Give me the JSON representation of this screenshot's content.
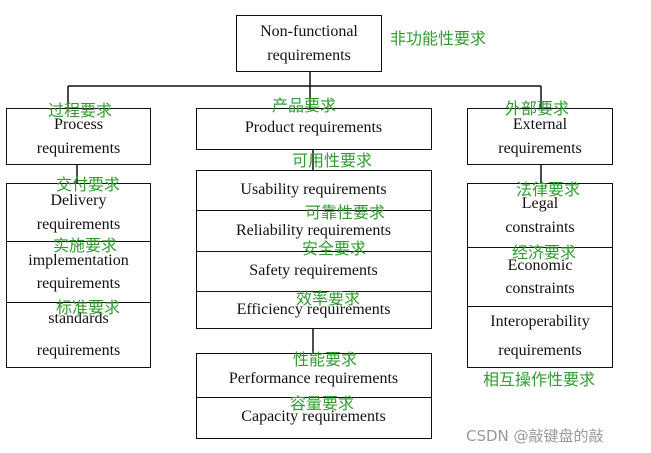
{
  "root": {
    "en": "Non-functional requirements",
    "cn": "非功能性要求"
  },
  "process": {
    "header": {
      "en": "Process requirements",
      "cn": "过程要求"
    },
    "items": [
      {
        "en": "Delivery requirements",
        "cn": "交付要求"
      },
      {
        "en": "implementation requirements",
        "cn": "实施要求"
      },
      {
        "en": "standards requirements",
        "cn": "标准要求"
      }
    ]
  },
  "product": {
    "header": {
      "en": "Product requirements",
      "cn": "产品要求"
    },
    "items": [
      {
        "en": "Usability requirements",
        "cn": "可用性要求"
      },
      {
        "en": "Reliability requirements",
        "cn": "可靠性要求"
      },
      {
        "en": "Safety requirements",
        "cn": "安全要求"
      },
      {
        "en": "Efficiency requirements",
        "cn": "效率要求"
      }
    ],
    "sub_items": [
      {
        "en": "Performance requirements",
        "cn": "性能要求"
      },
      {
        "en": "Capacity requirements",
        "cn": "容量要求"
      }
    ]
  },
  "external": {
    "header": {
      "en": "External requirements",
      "cn": "外部要求"
    },
    "items": [
      {
        "en": "Legal constraints",
        "cn": "法律要求"
      },
      {
        "en": "Economic constraints",
        "cn": "经济要求"
      },
      {
        "en": "Interoperability requirements",
        "cn": "相互操作性要求"
      }
    ]
  },
  "watermark": "CSDN @敲键盘的敲"
}
